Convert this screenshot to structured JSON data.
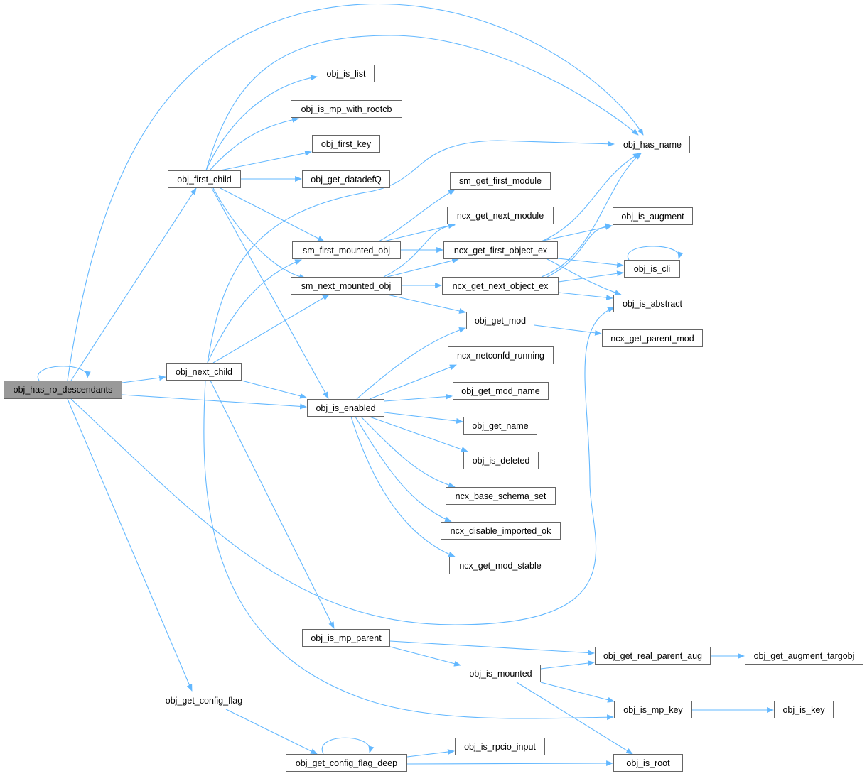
{
  "graph": {
    "type": "call-graph",
    "edge_color": "#63b8ff",
    "root_fill": "#999999",
    "nodes": {
      "root": "obj_has_ro_descendants",
      "first_child": "obj_first_child",
      "next_child": "obj_next_child",
      "get_config_flag": "obj_get_config_flag",
      "is_list": "obj_is_list",
      "is_mp_with_rootcb": "obj_is_mp_with_rootcb",
      "first_key": "obj_first_key",
      "get_datadefQ": "obj_get_datadefQ",
      "sm_first_mounted_obj": "sm_first_mounted_obj",
      "sm_next_mounted_obj": "sm_next_mounted_obj",
      "is_enabled": "obj_is_enabled",
      "is_mp_parent": "obj_is_mp_parent",
      "get_config_flag_deep": "obj_get_config_flag_deep",
      "has_name": "obj_has_name",
      "sm_get_first_module": "sm_get_first_module",
      "ncx_get_next_module": "ncx_get_next_module",
      "ncx_get_first_object_ex": "ncx_get_first_object_ex",
      "ncx_get_next_object_ex": "ncx_get_next_object_ex",
      "get_mod": "obj_get_mod",
      "ncx_netconfd_running": "ncx_netconfd_running",
      "get_mod_name": "obj_get_mod_name",
      "get_name": "obj_get_name",
      "is_deleted": "obj_is_deleted",
      "ncx_base_schema_set": "ncx_base_schema_set",
      "ncx_disable_imported_ok": "ncx_disable_imported_ok",
      "ncx_get_mod_stable": "ncx_get_mod_stable",
      "is_augment": "obj_is_augment",
      "is_cli": "obj_is_cli",
      "is_abstract": "obj_is_abstract",
      "ncx_get_parent_mod": "ncx_get_parent_mod",
      "get_real_parent_aug": "obj_get_real_parent_aug",
      "is_mounted": "obj_is_mounted",
      "is_mp_key": "obj_is_mp_key",
      "is_rpcio_input": "obj_is_rpcio_input",
      "is_root": "obj_is_root",
      "get_augment_targobj": "obj_get_augment_targobj",
      "is_key": "obj_is_key"
    }
  }
}
